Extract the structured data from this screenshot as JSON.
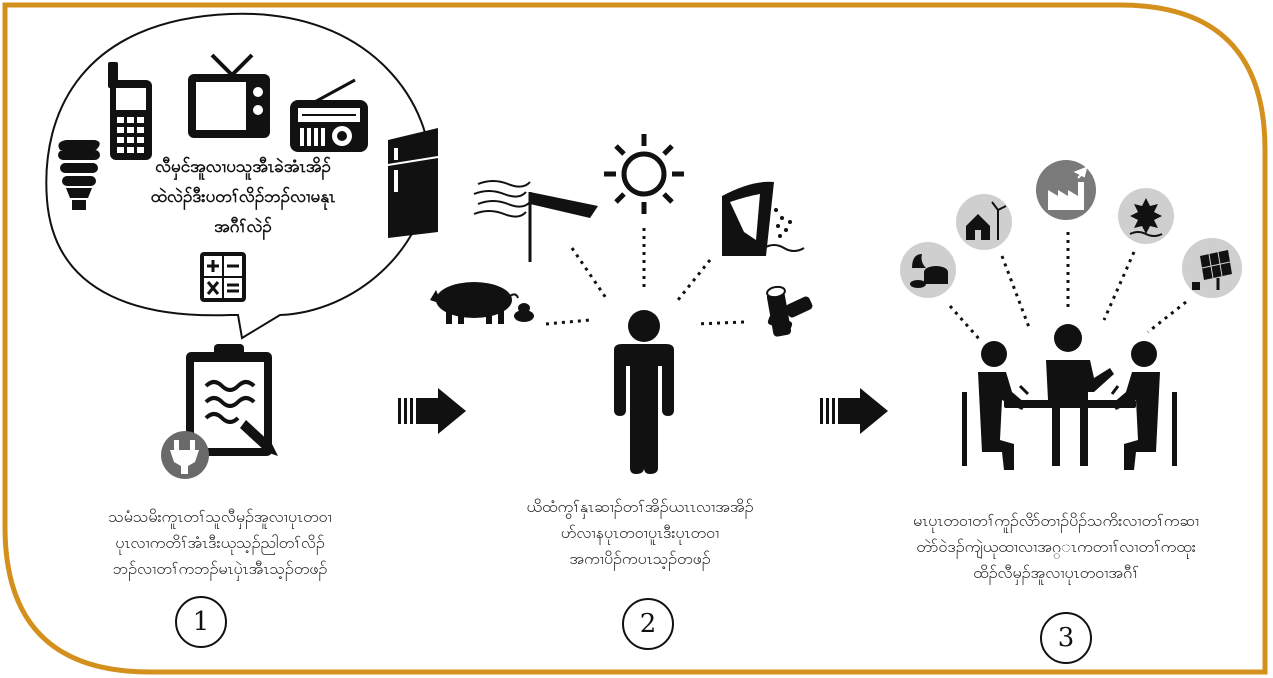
{
  "bubble": {
    "text": "လီမှင်အူလၢပသူအီၤခဲအံၤအိၣ်\nထဲလဲၣ်ဒီးပတၢ်လိၣ်ဘၣ်လၢမနုၤ\nအဂီၢ်လဲၣ်"
  },
  "steps": [
    {
      "number": "1",
      "caption": "သမံသမိးကူၤတၢ်သူလီမှၣ်အူလၢပုၤတဝၢ\nပုၤလၢကတိၢ်အံၤဒီးယုသ့ၣ်ညါတၢ်လိၣ်\nဘၣ်လၢတၢ်ကဘၣ်မၤပှဲၤအီၤသ့ၣ်တဖၣ်"
    },
    {
      "number": "2",
      "caption": "ယိထံကွၢ်နှၤဆၢၣ်တၢ်အိၣ်ယၤၤလၢအအိၣ်\nဟ်လၢနပုၤတဝၢပူၤဒီးပုၤတဝၢ\nအကၢပိၣ်ကပၤသ့ၣ်တဖၣ်"
    },
    {
      "number": "3",
      "caption": "မၤပုၤတဝၢတၢ်ကူၣ်လိာ်တၢၣ်ပိၣ်သကိးလၢတၢ်ကဆၢ\nတဲာ်ဝဲဒၣ်ကျဲယုထၢလၢအဂ္ၤကတၢၢ်လၢတၢ်ကထုး\nထိၣ်လီမှၣ်အူလၢပုၤတဝၢအဂီၢ်"
    }
  ],
  "icons": {
    "step1": [
      "lightbulb-icon",
      "mobile-phone-icon",
      "television-icon",
      "radio-icon",
      "refrigerator-icon",
      "calculator-icon",
      "clipboard-icon",
      "plug-icon"
    ],
    "step2": [
      "wind-icon",
      "sun-icon",
      "waterfall-icon",
      "pig-icon",
      "firewood-icon",
      "person-icon"
    ],
    "step3": [
      "biogas-icon",
      "wind-turbine-house-icon",
      "factory-icon",
      "hydro-icon",
      "solar-panel-icon",
      "meeting-icon"
    ]
  },
  "colors": {
    "border": "#d4901c",
    "icon": "#111111",
    "circle_bg": "#cfcfcf"
  }
}
